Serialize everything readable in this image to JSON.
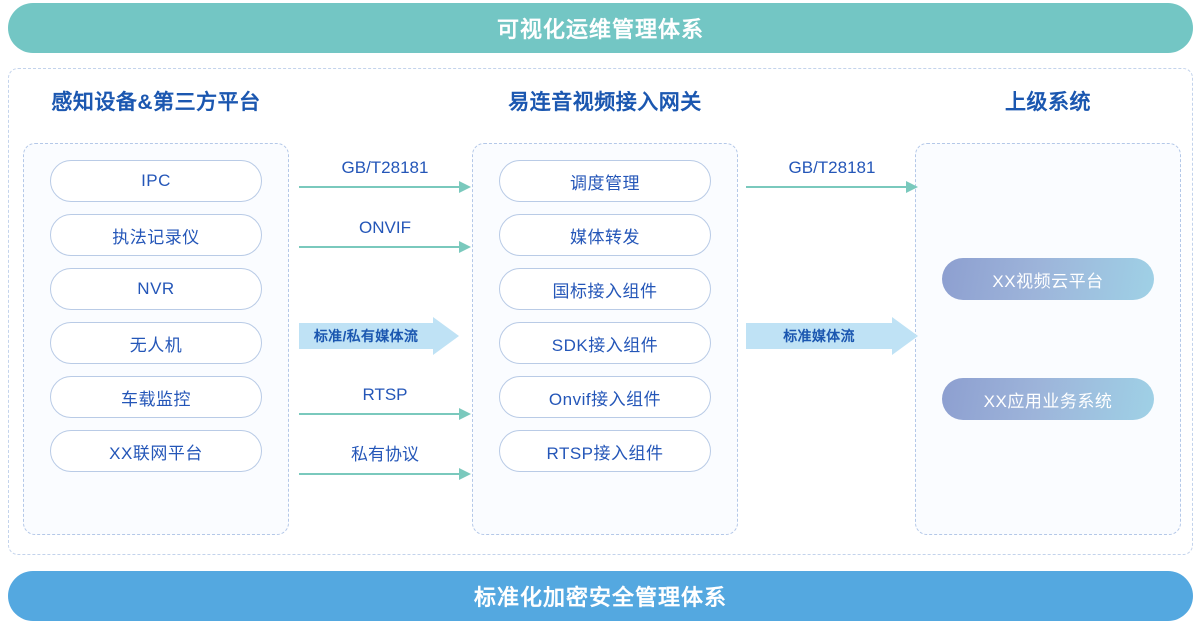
{
  "banners": {
    "top": "可视化运维管理体系",
    "bottom": "标准化加密安全管理体系",
    "top_color": "#73c6c4",
    "bottom_color": "#54a8e0"
  },
  "columns": {
    "left": {
      "title": "感知设备&第三方平台",
      "items": [
        "IPC",
        "执法记录仪",
        "NVR",
        "无人机",
        "车载监控",
        "XX联网平台"
      ]
    },
    "middle": {
      "title": "易连音视频接入网关",
      "items": [
        "调度管理",
        "媒体转发",
        "国标接入组件",
        "SDK接入组件",
        "Onvif接入组件",
        "RTSP接入组件"
      ]
    },
    "right": {
      "title": "上级系统",
      "items": [
        "XX视频云平台",
        "XX应用业务系统"
      ]
    }
  },
  "connectors": {
    "left_to_middle": {
      "thin": [
        "GB/T28181",
        "ONVIF",
        "RTSP",
        "私有协议"
      ],
      "block": "标准/私有媒体流"
    },
    "middle_to_right": {
      "thin": [
        "GB/T28181"
      ],
      "block": "标准媒体流"
    }
  },
  "palette": {
    "accent_blue": "#2456b8",
    "title_blue": "#1b57b0",
    "arrow_teal": "#7ac9bd",
    "block_arrow_blue": "#bfe2f5",
    "pill_border": "#b9cbe6",
    "dashed_border": "#b4c8e8"
  }
}
